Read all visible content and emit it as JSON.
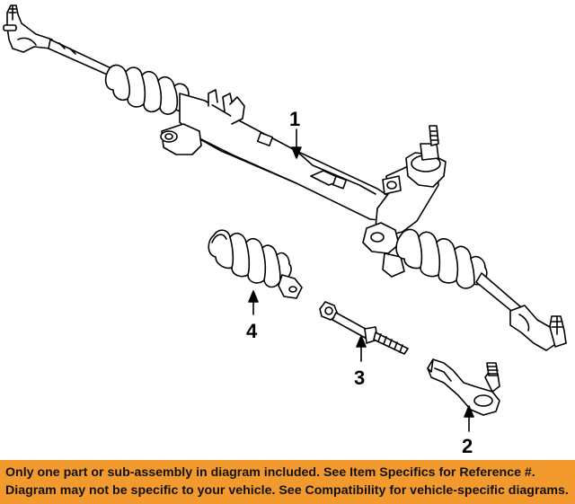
{
  "callouts": {
    "c1": "1",
    "c2": "2",
    "c3": "3",
    "c4": "4"
  },
  "banner": {
    "line1": "Only one part or sub-assembly in diagram included. See Item Specifics for Reference #.",
    "line2": "Diagram may not be specific to your vehicle. See Compatibility for vehicle-specific diagrams."
  },
  "colors": {
    "banner_bg": "#f39a2e",
    "line": "#000000",
    "fill": "#ffffff"
  }
}
